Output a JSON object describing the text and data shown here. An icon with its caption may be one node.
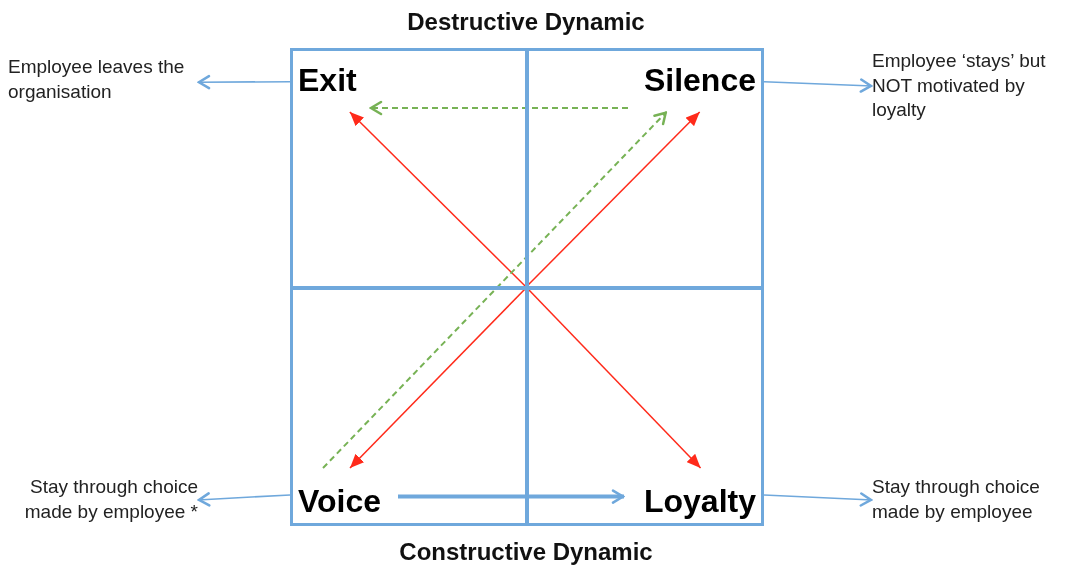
{
  "diagram": {
    "nodes": [
      {
        "text": [],
        "shape": "box"
      },
      {
        "text": [
          "Exit"
        ],
        "in": 0
      },
      {
        "text": [],
        "shape": "box"
      },
      {
        "text": [
          "Silence"
        ],
        "in": 2
      },
      {
        "text": [],
        "shape": "box"
      },
      {
        "text": [
          "Voice"
        ],
        "in": 4
      },
      {
        "text": [],
        "shape": "box"
      },
      {
        "text": [
          "Loyalty"
        ],
        "in": 6
      },
      {
        "text": [
          "Employee leaves the organisation"
        ]
      },
      {
        "text": [
          "Employee ‘stays’ but NOT motivated by loyalty"
        ]
      },
      {
        "text": [
          "Stay through choice made by employee *"
        ]
      },
      {
        "text": [
          "Stay through choice made by employee"
        ]
      }
    ],
    "edges": [
      {
        "from": 0,
        "to": 8,
        "arrow": "to"
      },
      {
        "from": 2,
        "to": 9,
        "arrow": "to"
      },
      {
        "from": 4,
        "to": 10,
        "arrow": "to"
      },
      {
        "from": 6,
        "to": 11,
        "arrow": "to"
      },
      {
        "from": 4,
        "to": 1,
        "arrow": "to",
        "color": "#ff2a1a"
      },
      {
        "from": 4,
        "to": 3,
        "arrow": "to",
        "color": "#ff2a1a"
      },
      {
        "from": null,
        "to": 5,
        "arrow": "to",
        "color": "#ff2a1a"
      },
      {
        "from": 4,
        "to": 7,
        "arrow": "to",
        "color": "#ff2a1a"
      },
      {
        "from": 3,
        "to": 1,
        "arrow": "to",
        "style": "dashed",
        "color": "#77b255"
      },
      {
        "from": 5,
        "to": 3,
        "arrow": "to",
        "style": "dashed",
        "color": "#77b255"
      },
      {
        "from": 5,
        "to": 7,
        "arrow": "to",
        "style": "thick"
      }
    ],
    "labels": [
      "Destructive Dynamic",
      "Constructive Dynamic"
    ]
  }
}
